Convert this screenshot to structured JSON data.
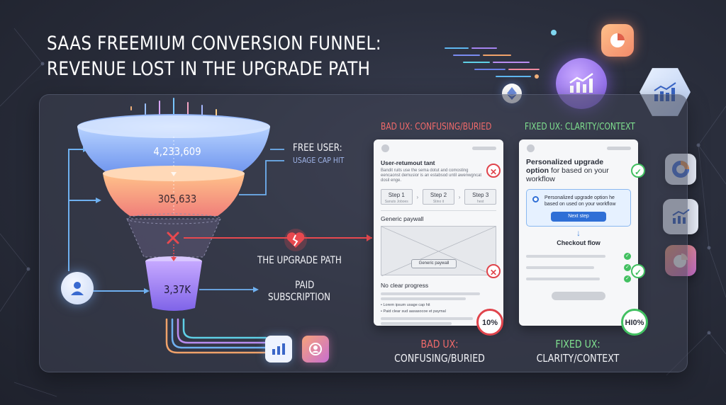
{
  "title": {
    "line1": "SAAS FREEMIUM CONVERSION FUNNEL:",
    "line2": "REVENUE LOST IN THE UPGRADE PATH"
  },
  "funnel": {
    "top_value": "4,233,609",
    "middle_value": "305,633",
    "bottom_value": "3,37K",
    "free_user_label": "FREE USER:",
    "free_user_sub": "USAGE CAP HIT",
    "upgrade_path_label": "THE UPGRADE PATH",
    "paid_label_line1": "PAID",
    "paid_label_line2": "SUBSCRIPTION",
    "colors": {
      "top": "#7fa9f5",
      "middle": "#f6a06c",
      "bottom": "#9a7cf2",
      "leak": "#e8494f"
    }
  },
  "bad_ux": {
    "header": "BAD UX: CONFUSING/BURIED",
    "card_title": "User-retumout tant",
    "card_desc": "Bandit ruits use the sema dotut and comosting eencaonst demusior is an estabsod until awenwgncat dosil enge.",
    "steps": [
      {
        "label": "Step 1",
        "sub": "Sanuts Joboes"
      },
      {
        "label": "Step 2",
        "sub": "Stino it"
      },
      {
        "label": "Step 3",
        "sub": "hest"
      }
    ],
    "paywall_heading": "Generic paywall",
    "paywall_button": "Generic paywall",
    "progress_heading": "No clear progress",
    "bullets": [
      "Lorem ipsum usage cap hit",
      "Paid clear sud aasasocoe et paymal"
    ],
    "score": "10%",
    "footer_line1": "BAD UX:",
    "footer_line2": "CONFUSING/BURIED",
    "accent": "#e0444c"
  },
  "fixed_ux": {
    "header": "FIXED UX: CLARITY/CONTEXT",
    "card_title_bold": "Personalized upgrade option",
    "card_title_rest": " for based on your workflow",
    "option_text": "Personalized upgrade option he based on used on your workflow",
    "next_button": "Next step",
    "checkout_heading": "Checkout flow",
    "score": "HI0%",
    "footer_line1": "FIXED UX:",
    "footer_line2": "CLARITY/CONTEXT",
    "accent": "#42c061"
  },
  "icons": {
    "floating": [
      "pie-chart-icon",
      "trend-chart-icon",
      "bar-chart-icon",
      "ethereum-icon",
      "donut-chart-icon",
      "line-chart-icon",
      "pie-slice-icon"
    ],
    "funnel_side": [
      "user-icon",
      "bar-chart-icon",
      "refresh-user-icon",
      "broken-heart-icon"
    ]
  }
}
